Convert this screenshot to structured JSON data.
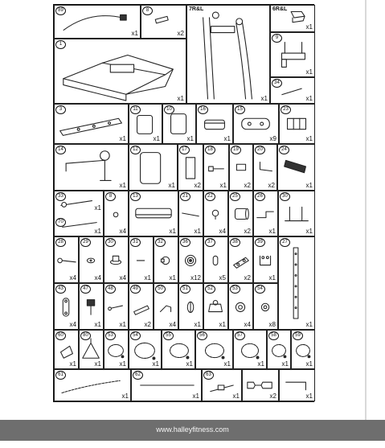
{
  "footer": {
    "website": "www.halleyfitness.com"
  },
  "parts": [
    {
      "id": "p1",
      "num": "89",
      "qty": "x1",
      "icon": "curved-bar-icon"
    },
    {
      "id": "p2",
      "num": "8",
      "qty": "x2",
      "icon": "pin-icon"
    },
    {
      "id": "p3",
      "code": "7R&L",
      "qty": "x1",
      "icon": "upright-posts-icon"
    },
    {
      "id": "p4",
      "code": "6R&L",
      "qty": "x1",
      "icon": "bracket-icon"
    },
    {
      "id": "p5",
      "num": "1",
      "qty": "x1",
      "icon": "base-frame-icon"
    },
    {
      "id": "p6",
      "num": "9",
      "qty": "x1",
      "icon": "holder-frame-icon"
    },
    {
      "id": "p7",
      "num": "34",
      "qty": "x1",
      "icon": "rod-icon"
    },
    {
      "id": "p8",
      "num": "3",
      "qty": "x1",
      "icon": "rail-icon"
    },
    {
      "id": "p9",
      "num": "11",
      "qty": "x1",
      "icon": "pad-icon"
    },
    {
      "id": "p10",
      "num": "10",
      "qty": "x1",
      "icon": "pad-icon"
    },
    {
      "id": "p11",
      "num": "16",
      "qty": "x1",
      "icon": "roller-pad-icon"
    },
    {
      "id": "p12",
      "num": "15",
      "qty": "x9",
      "icon": "end-cap-icon"
    },
    {
      "id": "p13",
      "num": "23",
      "qty": "x1",
      "icon": "clamp-icon"
    },
    {
      "id": "p14",
      "num": "14",
      "qty": "x1",
      "icon": "lever-arm-icon"
    },
    {
      "id": "p15",
      "num": "12",
      "qty": "x1",
      "icon": "backrest-icon"
    },
    {
      "id": "p16",
      "num": "17",
      "qty": "x2",
      "icon": "spacer-icon"
    },
    {
      "id": "p17",
      "num": "18",
      "qty": "x1",
      "icon": "bolt-icon"
    },
    {
      "id": "p18",
      "num": "19",
      "qty": "x2",
      "icon": "nut-icon"
    },
    {
      "id": "p19",
      "num": "20",
      "qty": "x2",
      "icon": "l-pin-icon"
    },
    {
      "id": "p20",
      "num": "24",
      "qty": "x1",
      "icon": "label-plate-icon"
    },
    {
      "id": "p21",
      "num": "33",
      "qty": "x1",
      "icon": "handle-bar-icon"
    },
    {
      "id": "p22",
      "num": "70",
      "qty": "x1",
      "icon": "bar-icon"
    },
    {
      "id": "p23",
      "num": "8",
      "qty": "x4",
      "icon": "washer-icon"
    },
    {
      "id": "p24",
      "num": "13",
      "qty": "x1",
      "icon": "seat-pad-icon"
    },
    {
      "id": "p25",
      "num": "21",
      "qty": "x1",
      "icon": "pin-icon"
    },
    {
      "id": "p26",
      "num": "22",
      "qty": "x4",
      "icon": "knob-icon"
    },
    {
      "id": "p27",
      "num": "25",
      "qty": "x2",
      "icon": "foam-roller-icon"
    },
    {
      "id": "p28",
      "num": "26",
      "qty": "x1",
      "icon": "handle-icon"
    },
    {
      "id": "p29",
      "num": "30",
      "qty": "x1",
      "icon": "t-bar-icon"
    },
    {
      "id": "p30",
      "num": "28",
      "qty": "x4",
      "icon": "long-bolt-icon"
    },
    {
      "id": "p31",
      "num": "29",
      "qty": "x4",
      "icon": "washer-icon"
    },
    {
      "id": "p32",
      "num": "30",
      "qty": "x4",
      "icon": "cap-icon"
    },
    {
      "id": "p33",
      "num": "31",
      "qty": "x1",
      "icon": "pin-icon"
    },
    {
      "id": "p34",
      "num": "32",
      "qty": "x1",
      "icon": "nut-icon"
    },
    {
      "id": "p35",
      "num": "36",
      "qty": "x12",
      "icon": "pulley-icon"
    },
    {
      "id": "p36",
      "num": "37",
      "qty": "x5",
      "icon": "clip-icon"
    },
    {
      "id": "p37",
      "num": "38",
      "qty": "x2",
      "icon": "plate-icon"
    },
    {
      "id": "p38",
      "num": "39",
      "qty": "x1",
      "icon": "fork-bracket-icon"
    },
    {
      "id": "p39",
      "num": "27",
      "qty": "x1",
      "icon": "weight-stem-icon"
    },
    {
      "id": "p40",
      "num": "43",
      "qty": "x4",
      "icon": "link-plate-icon"
    },
    {
      "id": "p41",
      "num": "47",
      "qty": "x1",
      "icon": "pop-pin-icon"
    },
    {
      "id": "p42",
      "num": "48",
      "qty": "x1",
      "icon": "screw-icon"
    },
    {
      "id": "p43",
      "num": "49",
      "qty": "x2",
      "icon": "handle-grip-icon"
    },
    {
      "id": "p44",
      "num": "50",
      "qty": "x4",
      "icon": "hook-icon"
    },
    {
      "id": "p45",
      "num": "51",
      "qty": "x1",
      "icon": "snap-hook-icon"
    },
    {
      "id": "p46",
      "num": "52",
      "qty": "x1",
      "icon": "ankle-strap-icon"
    },
    {
      "id": "p47",
      "num": "53",
      "qty": "x4",
      "icon": "ring-icon"
    },
    {
      "id": "p48",
      "num": "54",
      "qty": "x8",
      "icon": "bushing-icon"
    },
    {
      "id": "p49",
      "num": "60",
      "qty": "x1",
      "icon": "strap-icon"
    },
    {
      "id": "p50",
      "num": "80",
      "qty": "x1",
      "icon": "triangle-handle-icon"
    },
    {
      "id": "p51",
      "num": "53",
      "qty": "x1",
      "icon": "cable-icon"
    },
    {
      "id": "p52",
      "num": "54",
      "qty": "x1",
      "icon": "cable-icon"
    },
    {
      "id": "p53",
      "num": "55",
      "qty": "x1",
      "icon": "cable-icon"
    },
    {
      "id": "p54",
      "num": "56",
      "qty": "x1",
      "icon": "cable-icon"
    },
    {
      "id": "p55",
      "num": "57",
      "qty": "x1",
      "icon": "cable-icon"
    },
    {
      "id": "p56",
      "num": "58",
      "qty": "x1",
      "icon": "cable-icon"
    },
    {
      "id": "p57",
      "num": "59",
      "qty": "x1",
      "icon": "cable-icon"
    },
    {
      "id": "p58",
      "num": "61",
      "qty": "x1",
      "icon": "chain-icon"
    },
    {
      "id": "p59",
      "num": "62",
      "qty": "x1",
      "icon": "long-bar-icon"
    },
    {
      "id": "p60",
      "num": "63",
      "qty": "x1",
      "icon": "short-bar-icon"
    },
    {
      "id": "p61",
      "qty": "x2",
      "icon": "bracket-plate-icon"
    },
    {
      "id": "p62",
      "qty": "x1",
      "icon": "allen-key-icon"
    }
  ]
}
